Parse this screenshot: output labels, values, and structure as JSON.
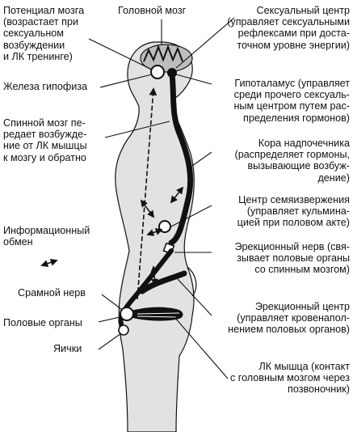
{
  "labels": {
    "potential": [
      "Потенциал мозга",
      "(возрастает при",
      "сексуальном",
      "возбуждении",
      "и ЛК тренинге)"
    ],
    "brain": [
      "Головной мозг"
    ],
    "sex_center": [
      "Сексуальный центр",
      "(управляет сексуальными",
      "рефлексами при доста-",
      "точном уровне энергии)"
    ],
    "pituitary": [
      "Железа гипофиза"
    ],
    "hypothalamus": [
      "Гипоталамус (управляет",
      "среди прочего сексуаль-",
      "ным центром путем рас-",
      "пределения гормонов)"
    ],
    "spinal": [
      "Спинной мозг пе-",
      "редает возбужде-",
      "ние от ЛК мышцы",
      "к мозгу и обратно"
    ],
    "adrenal": [
      "Кора надпочечника",
      "(распределяет гормоны,",
      "вызывающие возбуж-",
      "дение)"
    ],
    "ejac_center": [
      "Центр семяизвержения",
      "(управляет кульмина-",
      "цией при половом акте)"
    ],
    "info": [
      "Информационный",
      "обмен"
    ],
    "erect_nerve": [
      "Эрекционный нерв (свя-",
      "зывает половые органы",
      "со спинным мозгом)"
    ],
    "pudendal": [
      "Срамной нерв"
    ],
    "genitals": [
      "Половые органы"
    ],
    "erect_center": [
      "Эрекционный центр",
      "(управляет кровенапол-",
      "нением половых органов)"
    ],
    "testes": [
      "Яички"
    ],
    "lk_muscle": [
      "ЛК мышца (контакт",
      "с головным мозгом через",
      "позвоночник)"
    ]
  },
  "colors": {
    "ink": "#111111",
    "body_fill": "#e2e2e2",
    "brain_fill": "#bdbdbd"
  }
}
